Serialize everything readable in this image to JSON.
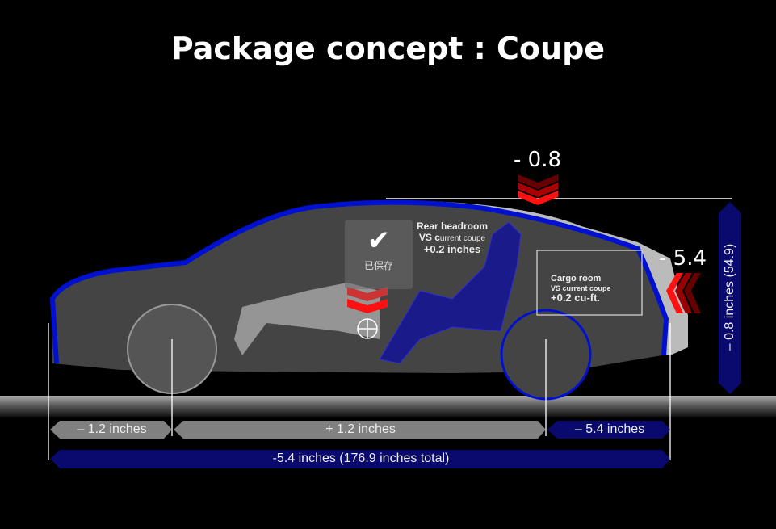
{
  "slide": {
    "title": "Package concept : Coupe"
  },
  "annotations": {
    "roof_delta": "- 0.8",
    "rear_delta": "- 5.4",
    "rear_headroom": {
      "title": "Rear headroom",
      "vs_prefix": "VS c",
      "vs_rest": "urrent coupe",
      "value": "+0.2 inches"
    },
    "cargo_room": {
      "title": "Cargo room",
      "vs": "VS current coupe",
      "value": "+0.2 cu-ft."
    }
  },
  "dimensions": {
    "front_overhang": "– 1.2 inches",
    "wheelbase": "+ 1.2 inches",
    "rear_overhang": "– 5.4 inches",
    "total_length": "-5.4 inches (176.9 inches total)",
    "height": "– 0.8 inches (54.9)"
  },
  "toast": {
    "label": "已保存",
    "icon": "checkmark-icon"
  },
  "colors": {
    "blue": "#0a0a6e",
    "outline": "#0010d0",
    "gray": "#808080",
    "red": "#ff1010"
  }
}
